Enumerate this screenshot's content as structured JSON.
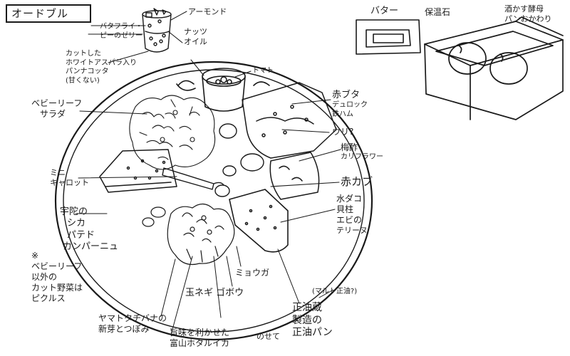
{
  "title": "オードブル",
  "labels": {
    "almond": "アーモンド",
    "butterfly_pea": [
      "バタフライ・",
      "ピーのゼリー"
    ],
    "nut_oil": [
      "ナッツ",
      "オイル"
    ],
    "asparagus_pannacotta": [
      "カットした",
      "ホワイトアスパラ入り",
      "パンナコッタ",
      "(甘くない)"
    ],
    "tomato": "トマト",
    "baby_leaf_salad": [
      "ベビーリーフ",
      "サラダ"
    ],
    "mini_carrot": [
      "ミニ",
      "キャロット"
    ],
    "uda_deer": [
      "宇陀の",
      "シカ",
      "パテド",
      "カンパーニュ"
    ],
    "akabuta": [
      "赤ブタ",
      "デュロック",
      "鉄ハム"
    ],
    "cucumber": "ウリ?",
    "cauliflower": [
      "梅酢",
      "カリフラワー"
    ],
    "red_turnip": "赤カブ",
    "octopus_terrine": [
      "水ダコ",
      "貝柱",
      "エビの",
      "テリーヌ"
    ],
    "pickles_note": [
      "※",
      "ベビーリーフ",
      "以外の",
      "カット野菜は",
      "ピクルス"
    ],
    "myoga": "ミョウガ",
    "onion_burdock": "玉ネギ ゴボウ",
    "maruto": "(マルト正油?)",
    "shoyugura": [
      "正油蔵",
      "製造の",
      "正油パン"
    ],
    "noseta": "のせて",
    "yamato": [
      "ヤマトタチバナの",
      "新芽とつぼみ"
    ],
    "hotaru_ika": [
      "旨味を利かせた",
      "富山ホタルイカ"
    ],
    "butter": "バター",
    "hoon_ishi": "保温石",
    "sakekasu_pan": [
      "酒かす酵母",
      "パンおかわり"
    ]
  }
}
